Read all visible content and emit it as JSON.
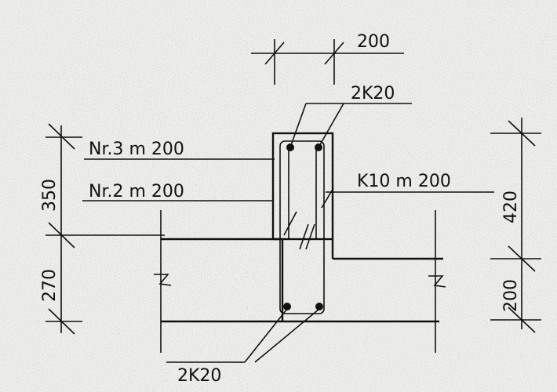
{
  "drawing": {
    "labels": {
      "top_width": "200",
      "top_bars": "2K20",
      "bottom_bars": "2K20",
      "stirrups": "K10 m 200",
      "bar_nr3": "Nr.3 m 200",
      "bar_nr2": "Nr.2 m 200"
    },
    "dimensions": {
      "left_upper": "350",
      "left_lower": "270",
      "right_upper": "420",
      "right_lower": "200"
    }
  }
}
